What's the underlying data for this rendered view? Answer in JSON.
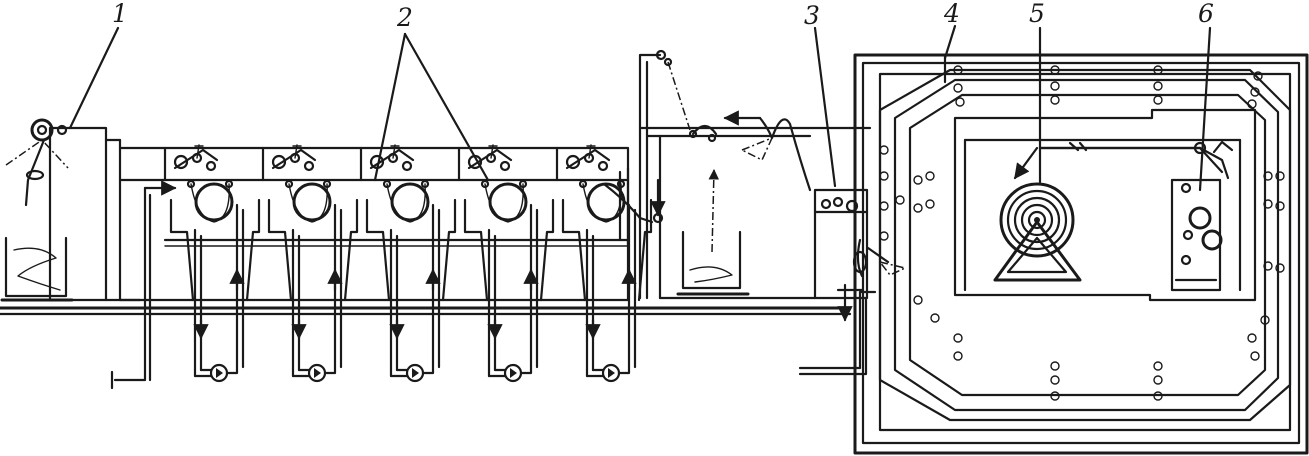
{
  "callouts": [
    {
      "id": "1",
      "text": "1"
    },
    {
      "id": "2",
      "text": "2"
    },
    {
      "id": "3",
      "text": "3"
    },
    {
      "id": "4",
      "text": "4"
    },
    {
      "id": "5",
      "text": "5"
    },
    {
      "id": "6",
      "text": "6"
    }
  ],
  "components": {
    "wash_baths": 5,
    "circulation_pumps": 5
  },
  "colors": {
    "ink": "#1a1a1a",
    "paper": "#ffffff"
  }
}
